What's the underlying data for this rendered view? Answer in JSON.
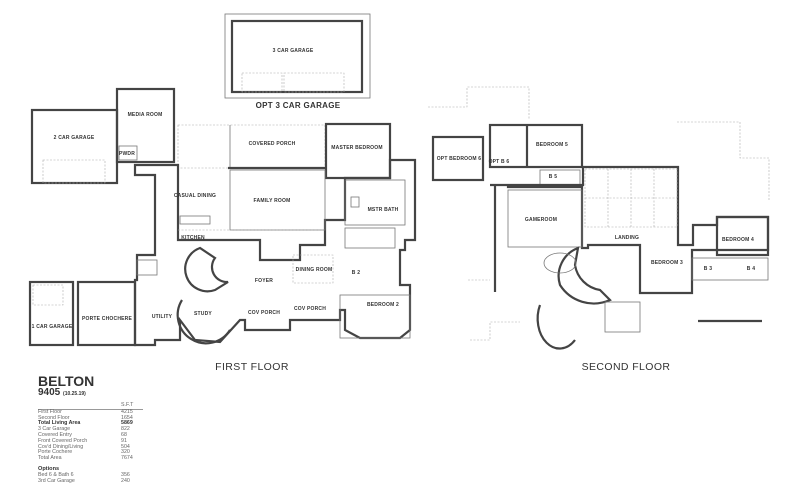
{
  "first_floor": {
    "title": "FIRST FLOOR",
    "opt_garage_label": "OPT 3 CAR GARAGE",
    "rooms": {
      "three_car_garage": "3 CAR GARAGE",
      "two_car_garage": "2 CAR GARAGE",
      "media_room": "MEDIA ROOM",
      "pwdr": "PWDR",
      "covered_porch": "COVERED PORCH",
      "master_bedroom": "MASTER BEDROOM",
      "casual_dining": "CASUAL DINING",
      "family_room": "FAMILY ROOM",
      "kitchen": "KITCHEN",
      "mstr_bath": "MSTR BATH",
      "foyer": "FOYER",
      "dining_room": "DINING ROOM",
      "b2": "B 2",
      "bedroom_2": "BEDROOM 2",
      "cov_porch_1": "COV PORCH",
      "cov_porch_2": "COV PORCH",
      "study": "STUDY",
      "utility": "UTILITY",
      "porte_cochere": "PORTE CHOCHERE",
      "one_car_garage": "1 CAR GARAGE"
    }
  },
  "second_floor": {
    "title": "SECOND FLOOR",
    "rooms": {
      "opt_bedroom_6": "OPT BEDROOM 6",
      "opt_b6": "OPT B 6",
      "bedroom_5": "BEDROOM 5",
      "b5": "B 5",
      "gameroom": "GAMEROOM",
      "landing": "LANDING",
      "bedroom_3": "BEDROOM 3",
      "bedroom_4": "BEDROOM 4",
      "b3": "B 3",
      "b4": "B 4"
    }
  },
  "legend": {
    "plan_name": "BELTON",
    "plan_number": "9405",
    "plan_date": "(10.25.19)",
    "unit": "S.F.T",
    "rows": [
      {
        "label": "First Floor",
        "value": "4215"
      },
      {
        "label": "Second Floor",
        "value": "1654"
      },
      {
        "label": "Total Living Area",
        "value": "5869"
      },
      {
        "label": "3 Car Garage",
        "value": "822"
      },
      {
        "label": "Covered Entry",
        "value": "68"
      },
      {
        "label": "Front Covered Porch",
        "value": "91"
      },
      {
        "label": "Cov'd Dining/Living",
        "value": "504"
      },
      {
        "label": "Porte Cochere",
        "value": "320"
      },
      {
        "label": "Total Area",
        "value": "7674"
      }
    ],
    "options_title": "Options",
    "options": [
      {
        "label": "Bed 6 & Bath 6",
        "value": "356"
      },
      {
        "label": "3rd Car Garage",
        "value": "240"
      }
    ]
  }
}
